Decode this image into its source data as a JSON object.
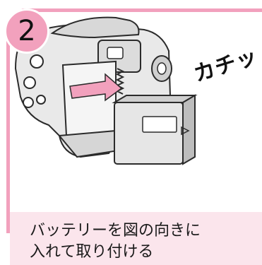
{
  "step": {
    "number": "2"
  },
  "sound_effect": "カチッ",
  "caption": {
    "line1": "バッテリーを図の向きに",
    "line2": "入れて取り付ける"
  },
  "icons": {
    "camera": "camcorder-illustration",
    "battery": "battery-pack",
    "arrow": "insert-direction-arrow",
    "spring": "battery-latch-spring",
    "triangle": "battery-direction-mark"
  },
  "colors": {
    "accent_pink": "#f2a1bd",
    "caption_band": "#fbe5ec",
    "text": "#1a1a1a"
  }
}
